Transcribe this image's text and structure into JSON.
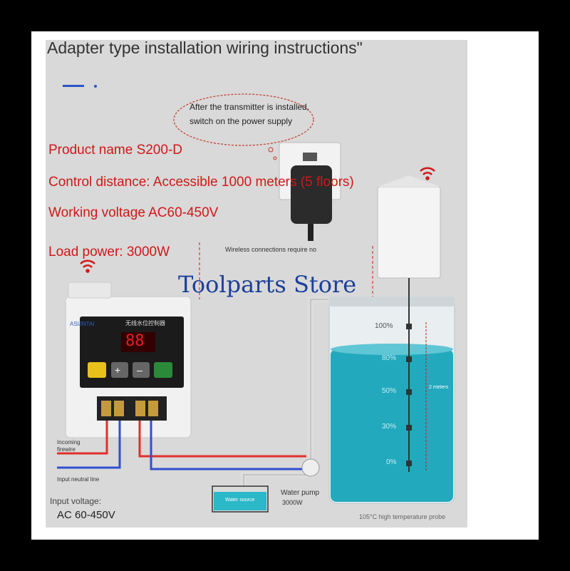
{
  "title": "Adapter type installation wiring instructions\"",
  "bubble": "After the transmitter is installed, switch on the power supply",
  "specs": {
    "product": "Product name S200-D",
    "distance": "Control distance: Accessible 1000 meters (5 floors)",
    "voltage": "Working voltage AC60-450V",
    "load": "Load power: 3000W"
  },
  "wireless_note": "Wireless connections require no",
  "watermark": "Toolparts Store",
  "controller": {
    "brand": "ASIJNTAI",
    "panel_label": "无线水位控制器",
    "display": "88"
  },
  "tank": {
    "levels": [
      "100%",
      "80%",
      "50%",
      "30%",
      "0%"
    ],
    "height": "2 meters",
    "probe": "105°C high temperature probe"
  },
  "wires": {
    "incoming": "Incoming firewire",
    "neutral": "Input neutral line"
  },
  "pump": {
    "label": "Water pump",
    "power": "3000W",
    "source": "Water source"
  },
  "input_voltage": {
    "label": "Input voltage:",
    "value": "AC 60-450V"
  },
  "colors": {
    "red_text": "#d01818",
    "water": "#23a9bd",
    "live_wire": "#e0302a",
    "neutral_wire": "#3050d0"
  }
}
